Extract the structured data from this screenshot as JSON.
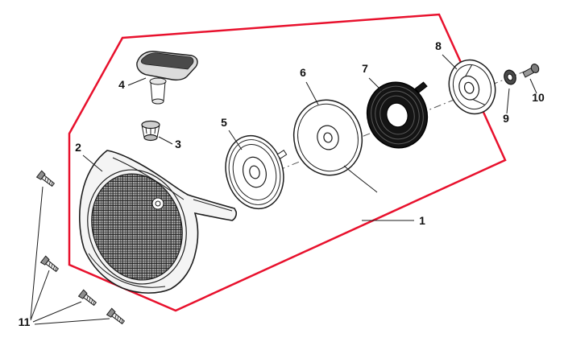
{
  "diagram": {
    "colors": {
      "outline_red": "#e8112d",
      "ink": "#1c1c1c"
    },
    "labels": {
      "l1": "1",
      "l2": "2",
      "l3": "3",
      "l4": "4",
      "l5": "5",
      "l6": "6",
      "l7": "7",
      "l8": "8",
      "l9": "9",
      "l10": "10",
      "l11": "11"
    }
  }
}
